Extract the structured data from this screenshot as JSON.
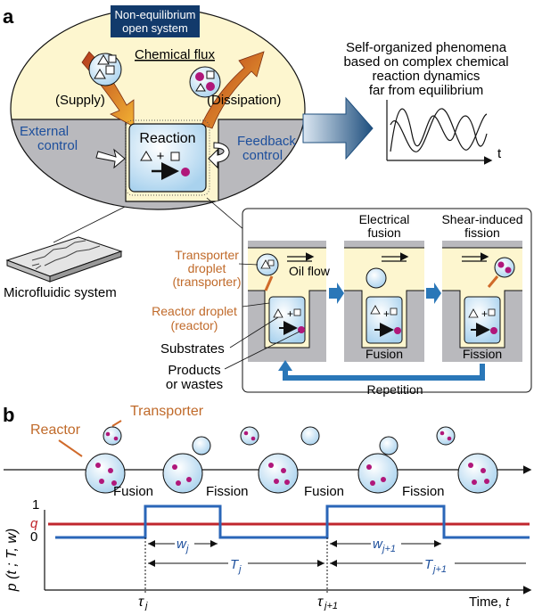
{
  "panel_a": {
    "letter": "a",
    "system_box": [
      "Non-equilibrium",
      "open system"
    ],
    "chemical_flux": "Chemical flux",
    "supply": "(Supply)",
    "dissipation": "(Dissipation)",
    "reaction": "Reaction",
    "external_control": [
      "External",
      "control"
    ],
    "feedback_control": [
      "Feedback",
      "control"
    ],
    "self_organized": [
      "Self-organized phenomena",
      "based on complex chemical",
      "reaction dynamics",
      "far from equilibrium"
    ],
    "t_axis": "t",
    "microfluidic": "Microfluidic system",
    "transporter_droplet": [
      "Transporter",
      "droplet",
      "(transporter)"
    ],
    "reactor_droplet": [
      "Reactor droplet",
      "(reactor)"
    ],
    "substrates": "Substrates",
    "products": [
      "Products",
      "or wastes"
    ],
    "oil_flow": "Oil flow",
    "electrical_fusion": [
      "Electrical",
      "fusion"
    ],
    "shear_fission": [
      "Shear-induced",
      "fission"
    ],
    "fusion": "Fusion",
    "fission": "Fission",
    "repetition": "Repetition"
  },
  "panel_b": {
    "letter": "b",
    "transporter": "Transporter",
    "reactor": "Reactor",
    "steps": [
      "Fusion",
      "Fission",
      "Fusion",
      "Fission"
    ],
    "y_label": "p (t ; T, w)",
    "y_ticks": [
      "1",
      "q",
      "0"
    ],
    "w_j": "w",
    "w_j_sub": "j",
    "w_j1": "w",
    "w_j1_sub": "j+1",
    "T_j": "T",
    "T_j_sub": "j",
    "T_j1": "T",
    "T_j1_sub": "j+1",
    "tau_j": "τ",
    "tau_j_sub": "j",
    "tau_j1": "τ",
    "tau_j1_sub": "j+1",
    "x_label": "Time, ",
    "x_label_var": "t"
  },
  "colors": {
    "navy": "#123a6b",
    "blue": "#1d4f9c",
    "orange": "#c06a2a",
    "red": "#c0262d",
    "magenta": "#b0177a",
    "droplet": "#cfe6f6",
    "cream": "#fdf6cf",
    "gray": "#b9b9bd"
  }
}
